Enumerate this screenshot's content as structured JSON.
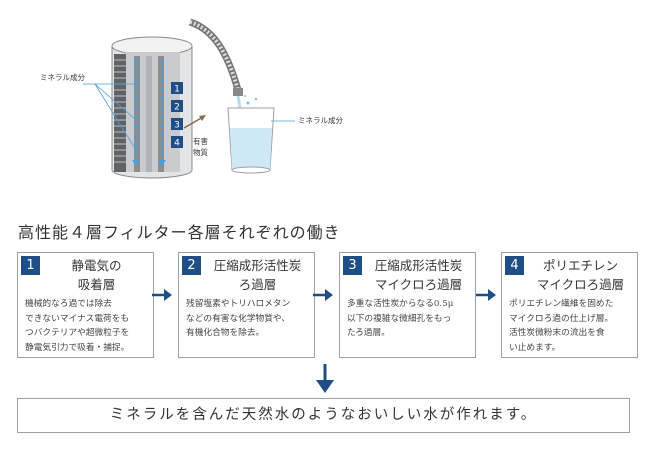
{
  "illustration": {
    "mineral_label_left": "ミネラル成分",
    "mineral_label_right": "ミネラル成分",
    "harmful_label_line1": "有害",
    "harmful_label_line2": "物質",
    "layer_numbers": [
      "1",
      "2",
      "3",
      "4"
    ]
  },
  "title": "高性能４層フィルター各層それぞれの働き",
  "layers": [
    {
      "number": "1",
      "head_line1": "静電気の",
      "head_line2": "吸着層",
      "body": [
        "機械的なろ過では除去",
        "できないマイナス電荷をも",
        "つバクテリアや超微粒子を",
        "静電気引力で吸着・捕捉。"
      ]
    },
    {
      "number": "2",
      "head_line1": "圧縮成形活性炭",
      "head_line2": "ろ過層",
      "body": [
        "残留塩素やトリハロメタン",
        "などの有害な化学物質や、",
        "有機化合物を除去。"
      ]
    },
    {
      "number": "3",
      "head_line1": "圧縮成形活性炭",
      "head_line2": "マイクロろ過層",
      "body": [
        "多重な活性炭からなる0.5μ",
        "以下の複雑な微細孔をもっ",
        "たろ過層。"
      ]
    },
    {
      "number": "4",
      "head_line1": "ポリエチレン",
      "head_line2": "マイクロろ過層",
      "body": [
        "ポリエチレン繊維を固めた",
        "マイクロろ過の仕上げ層。",
        "活性炭微粉末の流出を食",
        "い止めます。"
      ]
    }
  ],
  "result": "ミネラルを含んだ天然水のようなおいしい水が作れます。",
  "colors": {
    "accent": "#1f4e86",
    "arrow": "#1f4e86",
    "border": "#9aa0a8",
    "mineral": "#4a9fd8"
  }
}
